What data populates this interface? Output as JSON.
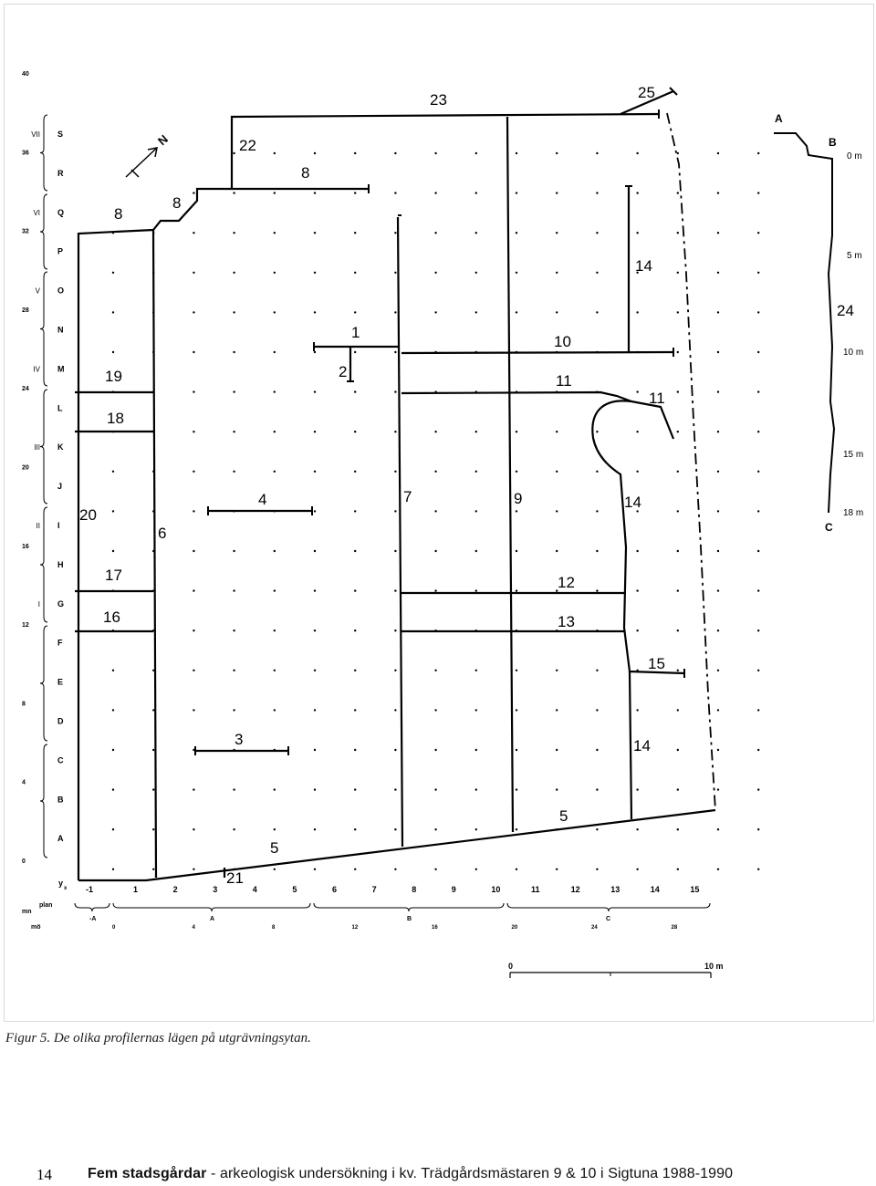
{
  "figure": {
    "caption": "Figur 5. De olika profilernas lägen på utgrävningsytan.",
    "north_label": "N",
    "profile_numbers": [
      "1",
      "2",
      "3",
      "4",
      "5",
      "5",
      "6",
      "7",
      "8",
      "8",
      "8",
      "9",
      "10",
      "11",
      "11",
      "12",
      "13",
      "14",
      "14",
      "14",
      "15",
      "16",
      "17",
      "18",
      "19",
      "20",
      "21",
      "22",
      "23",
      "24",
      "25"
    ],
    "profile_24_labels": {
      "end_a": "A",
      "end_b": "B",
      "end_c": "C",
      "dist_0": "0 m",
      "dist_5": "5 m",
      "dist_10": "10 m",
      "dist_15": "15 m",
      "dist_18": "18 m"
    },
    "left_axis": {
      "letters": [
        "S",
        "R",
        "Q",
        "P",
        "O",
        "N",
        "M",
        "L",
        "K",
        "J",
        "I",
        "H",
        "G",
        "F",
        "E",
        "D",
        "C",
        "B",
        "A"
      ],
      "numbers": [
        "40",
        "36",
        "32",
        "28",
        "24",
        "20",
        "16",
        "12",
        "8",
        "4",
        "0"
      ],
      "roman": [
        "VII",
        "VI",
        "V",
        "IV",
        "III",
        "II",
        "I"
      ]
    },
    "bottom_axis": {
      "corner_y": "y",
      "corner_x": "x",
      "grid_numbers": [
        "-1",
        "1",
        "2",
        "3",
        "4",
        "5",
        "6",
        "7",
        "8",
        "9",
        "10",
        "11",
        "12",
        "13",
        "14",
        "15"
      ],
      "plan_label": "plan",
      "mn_label": "mn",
      "mo_label": "mö",
      "section_letters": [
        "-A",
        "A",
        "B",
        "C"
      ],
      "section_numbers": [
        "0",
        "4",
        "8",
        "12",
        "16",
        "20",
        "24",
        "28"
      ]
    },
    "scale_bar": {
      "start": "0",
      "end": "10 m"
    }
  },
  "footer": {
    "page_number": "14",
    "title_bold": "Fem stadsgårdar",
    "title_rest": " - arkeologisk undersökning i kv. Trädgårdsmästaren 9 & 10 i Sigtuna 1988-1990"
  }
}
